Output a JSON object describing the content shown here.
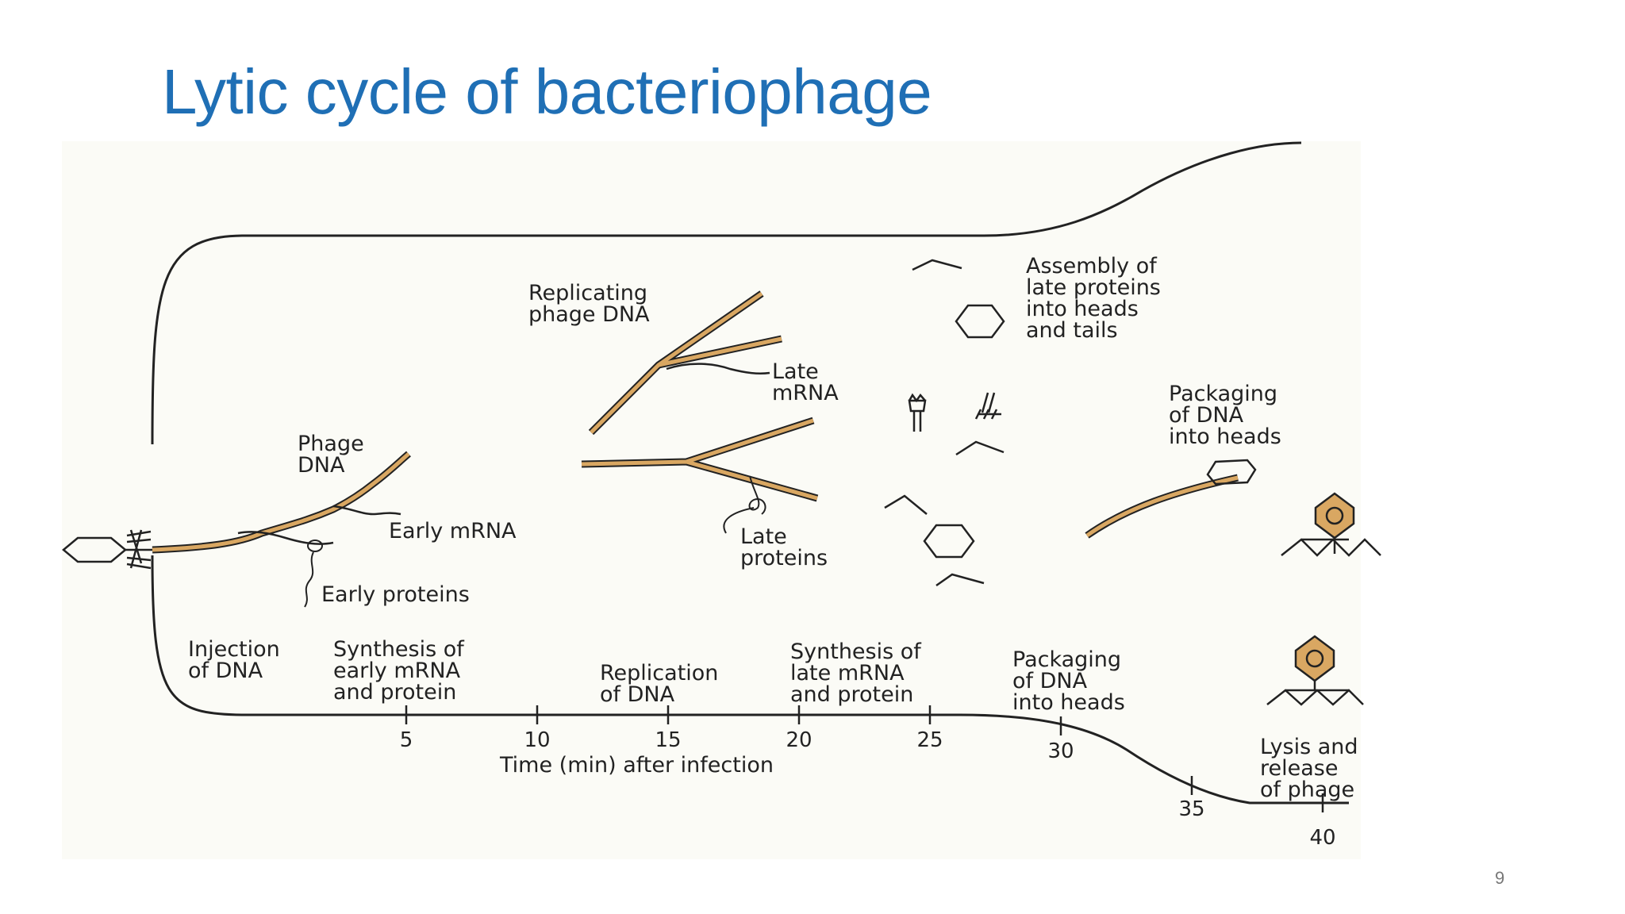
{
  "slide": {
    "title": "Lytic cycle of bacteriophage",
    "page_number": "9"
  },
  "colors": {
    "title": "#1f6fb5",
    "dna_fill": "#d9a762",
    "ink": "#222222"
  },
  "labels": {
    "phage_dna": [
      "Phage",
      "DNA"
    ],
    "early_mrna": "Early mRNA",
    "early_proteins": "Early proteins",
    "replicating_dna": [
      "Replicating",
      "phage DNA"
    ],
    "late_mrna": [
      "Late",
      "mRNA"
    ],
    "late_proteins": [
      "Late",
      "proteins"
    ],
    "assembly": [
      "Assembly of",
      "late proteins",
      "into heads",
      "and tails"
    ],
    "packaging_top": [
      "Packaging",
      "of DNA",
      "into heads"
    ]
  },
  "stages": {
    "injection": [
      "Injection",
      "of DNA"
    ],
    "early_synthesis": [
      "Synthesis of",
      "early mRNA",
      "and protein"
    ],
    "replication": [
      "Replication",
      "of DNA"
    ],
    "late_synthesis": [
      "Synthesis of",
      "late mRNA",
      "and protein"
    ],
    "packaging": [
      "Packaging",
      "of DNA",
      "into heads"
    ],
    "lysis": [
      "Lysis and",
      "release",
      "of phage"
    ]
  },
  "timeline": {
    "axis_label": "Time (min) after infection",
    "ticks": [
      "5",
      "10",
      "15",
      "20",
      "25",
      "30",
      "35",
      "40"
    ]
  },
  "icons": {
    "phage_injecting": "bacteriophage-icon",
    "capsid": "hexagon-capsid-icon",
    "tail": "phage-tail-icon",
    "mature_phage": "mature-phage-icon"
  }
}
